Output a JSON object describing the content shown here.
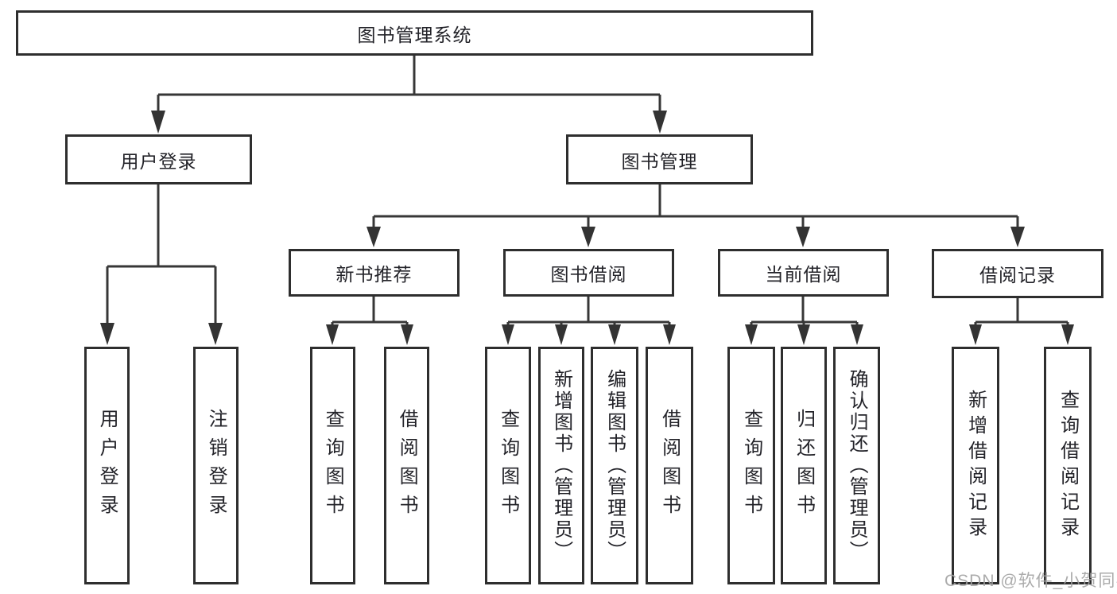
{
  "nodes": {
    "root": {
      "label": "图书管理系统"
    },
    "user_login_group": {
      "label": "用户登录"
    },
    "book_mgmt": {
      "label": "图书管理"
    },
    "new_book_rec": {
      "label": "新书推荐"
    },
    "book_borrow": {
      "label": "图书借阅"
    },
    "current_borrow": {
      "label": "当前借阅"
    },
    "borrow_record": {
      "label": "借阅记录"
    },
    "leaf_user_login": {
      "label": "用户登录"
    },
    "leaf_logout": {
      "label": "注销登录"
    },
    "leaf_rec_query": {
      "label": "查询图书"
    },
    "leaf_rec_borrow": {
      "label": "借阅图书"
    },
    "leaf_bor_query": {
      "label": "查询图书"
    },
    "leaf_bor_add": {
      "label": "新增图书（管理员）"
    },
    "leaf_bor_edit": {
      "label": "编辑图书（管理员）"
    },
    "leaf_bor_borrow": {
      "label": "借阅图书"
    },
    "leaf_cur_query": {
      "label": "查询图书"
    },
    "leaf_cur_return": {
      "label": "归还图书"
    },
    "leaf_cur_confirm": {
      "label": "确认归还（管理员）"
    },
    "leaf_his_add": {
      "label": "新增借阅记录"
    },
    "leaf_his_query": {
      "label": "查询借阅记录"
    }
  },
  "hierarchy": {
    "label": "图书管理系统",
    "children": [
      {
        "label": "用户登录",
        "children": [
          {
            "label": "用户登录"
          },
          {
            "label": "注销登录"
          }
        ]
      },
      {
        "label": "图书管理",
        "children": [
          {
            "label": "新书推荐",
            "children": [
              {
                "label": "查询图书"
              },
              {
                "label": "借阅图书"
              }
            ]
          },
          {
            "label": "图书借阅",
            "children": [
              {
                "label": "查询图书"
              },
              {
                "label": "新增图书（管理员）"
              },
              {
                "label": "编辑图书（管理员）"
              },
              {
                "label": "借阅图书"
              }
            ]
          },
          {
            "label": "当前借阅",
            "children": [
              {
                "label": "查询图书"
              },
              {
                "label": "归还图书"
              },
              {
                "label": "确认归还（管理员）"
              }
            ]
          },
          {
            "label": "借阅记录",
            "children": [
              {
                "label": "新增借阅记录"
              },
              {
                "label": "查询借阅记录"
              }
            ]
          }
        ]
      }
    ]
  },
  "watermark": {
    "text": "CSDN @软件_小贺同学"
  },
  "colors": {
    "line": "#373737",
    "box_border": "#2e2e2e",
    "text": "#232329",
    "watermark": "#a2a2a2",
    "background": "#ffffff"
  }
}
